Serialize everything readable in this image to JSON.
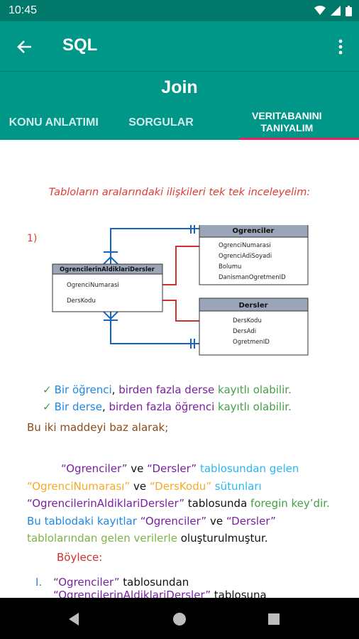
{
  "status_bar": {
    "time": "10:45"
  },
  "app_bar": {
    "title": "SQL"
  },
  "section": {
    "title": "Join"
  },
  "tabs": [
    {
      "label": "KONU ANLATIMI"
    },
    {
      "label": "SORGULAR"
    },
    {
      "label": "VERITABANINI TANIYALIM"
    }
  ],
  "content": {
    "intro": "Tabloların aralarındaki ilişkileri tek tek inceleyelim:",
    "diagram": {
      "number": "1)",
      "tables": [
        {
          "name": "Ogrenciler",
          "fields": [
            "OgrenciNumarasi",
            "OgrenciAdiSoyadi",
            "Bolumu",
            "DanismanOgretmenID"
          ]
        },
        {
          "name": "OgrencilerinAldiklariDersler",
          "fields": [
            "OgrenciNumarasi",
            "DersKodu"
          ]
        },
        {
          "name": "Dersler",
          "fields": [
            "DersKodu",
            "DersAdi",
            "OgretmenID"
          ]
        }
      ]
    },
    "bullets": [
      {
        "check": "✓",
        "p1": "Bir öğrenci",
        "p2": ", ",
        "p3": "birden fazla derse",
        "p4": " kayıtlı olabilir."
      },
      {
        "check": "✓",
        "p1": "Bir derse",
        "p2": ", ",
        "p3": "birden fazla öğrenci",
        "p4": " kayıtlı olabilir."
      }
    ],
    "basis": "Bu iki maddeyi baz alarak;",
    "paragraph": {
      "l1a": "“Ogrenciler”",
      "l1b": " ve ",
      "l1c": "“Dersler”",
      "l1d": " tablosundan gelen",
      "l2a": "“OgrenciNumarası”",
      "l2b": " ve ",
      "l2c": "“DersKodu”",
      "l2d": " sütunları",
      "l3a": "“OgrencilerinAldiklariDersler”",
      "l3b": " tablosunda ",
      "l3c": "foregin key’dir.",
      "l4a": "Bu tablodaki kayıtlar ",
      "l4b": "“Ogrenciler”",
      "l4c": " ve ",
      "l4d": "“Dersler”",
      "l5a": "tablolarından gelen verilerle",
      "l5b": " oluşturulmuştur."
    },
    "boylece": "Böylece:",
    "list": {
      "num": "I.",
      "l1a": "“Ogrenciler”",
      "l1b": " tablosundan",
      "l2a": "“OgrencilerinAldiklariDersler”",
      "l2b": " tablosuna"
    }
  },
  "colors": {
    "status_bar": "#00796b",
    "app_bar": "#009688",
    "tab_indicator": "#e91e63"
  }
}
